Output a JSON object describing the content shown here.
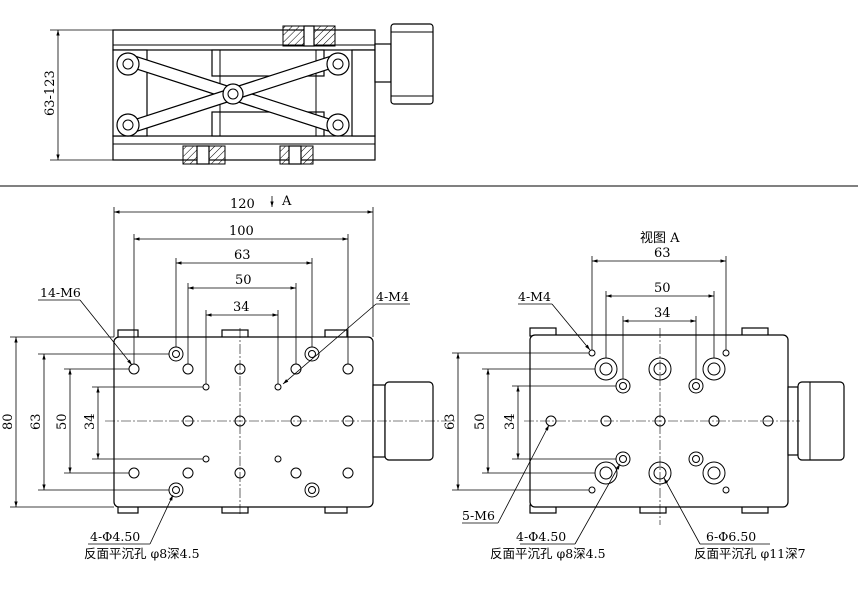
{
  "front_view": {
    "height_range": "63-123"
  },
  "top_view": {
    "dims": {
      "overall_width": "120",
      "d100": "100",
      "d63": "63",
      "d50": "50",
      "d34": "34",
      "height_80": "80",
      "height_63": "63",
      "height_50": "50",
      "height_34": "34"
    },
    "view_arrow_label": "A",
    "notes": {
      "tapped_holes_m6": "14-M6",
      "tapped_holes_m4": "4-M4",
      "through_holes": "4-Φ4.50",
      "counterbore": "反面平沉孔 φ8深4.5"
    }
  },
  "view_a": {
    "title": "视图 A",
    "dims": {
      "d63": "63",
      "d50": "50",
      "d34": "34",
      "height_63": "63",
      "height_50": "50",
      "height_34": "34"
    },
    "notes": {
      "tapped_holes_m4": "4-M4",
      "tapped_holes_m6": "5-M6",
      "through_holes_small": "4-Φ4.50",
      "counterbore_small": "反面平沉孔 φ8深4.5",
      "through_holes_large": "6-Φ6.50",
      "counterbore_large": "反面平沉孔 φ11深7"
    }
  }
}
